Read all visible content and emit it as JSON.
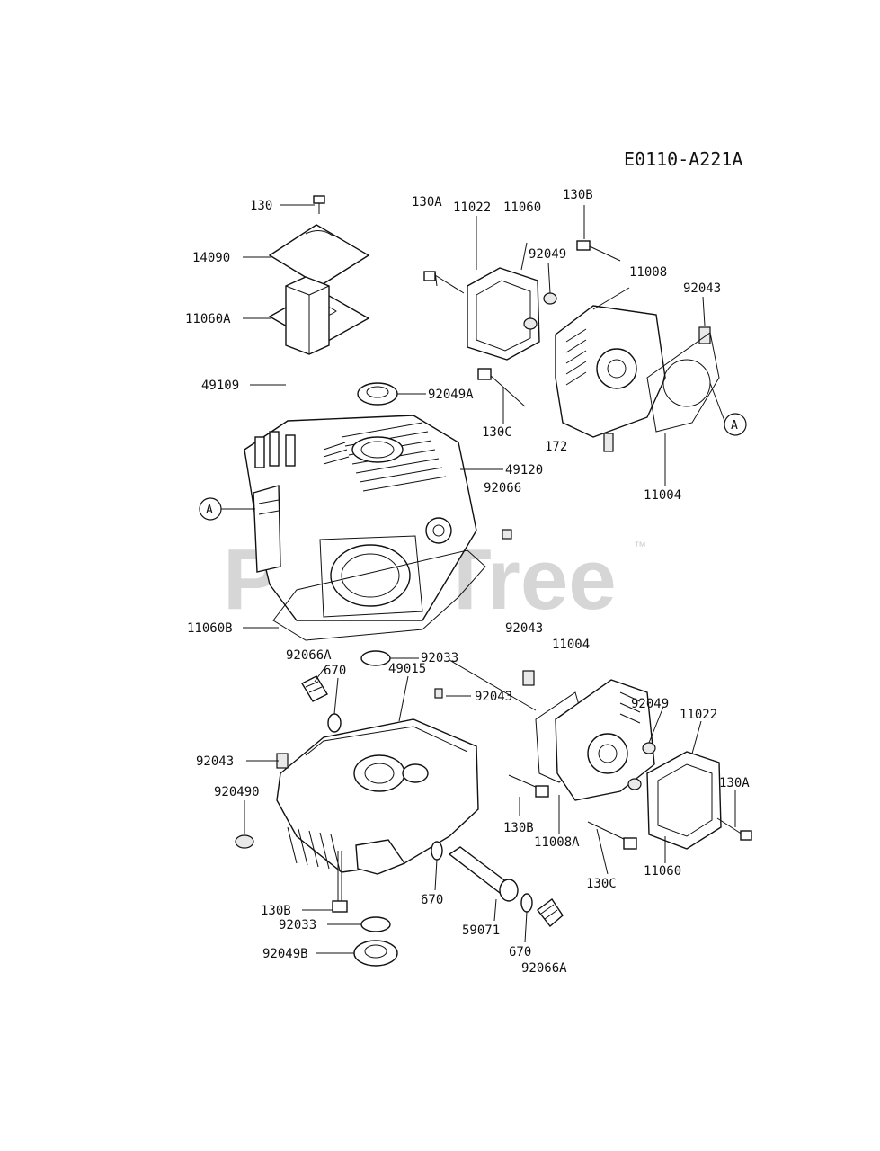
{
  "diagram_code": "E0110-A221A",
  "watermark": {
    "text": "PartsTree",
    "trademark": "™"
  },
  "reference_marker": "A",
  "labels": [
    {
      "id": "l-130",
      "text": "130"
    },
    {
      "id": "l-14090",
      "text": "14090"
    },
    {
      "id": "l-11060a",
      "text": "11060A"
    },
    {
      "id": "l-49109",
      "text": "49109"
    },
    {
      "id": "l-92049a",
      "text": "92049A"
    },
    {
      "id": "l-49120",
      "text": "49120"
    },
    {
      "id": "l-92066",
      "text": "92066"
    },
    {
      "id": "l-11060b",
      "text": "11060B"
    },
    {
      "id": "l-92066a-top",
      "text": "92066A"
    },
    {
      "id": "l-670-top",
      "text": "670"
    },
    {
      "id": "l-92033-top",
      "text": "92033"
    },
    {
      "id": "l-49015",
      "text": "49015"
    },
    {
      "id": "l-92043-mid",
      "text": "92043"
    },
    {
      "id": "l-92043-left",
      "text": "92043"
    },
    {
      "id": "l-920490",
      "text": "920490"
    },
    {
      "id": "l-130b-bottom",
      "text": "130B"
    },
    {
      "id": "l-92033-bottom",
      "text": "92033"
    },
    {
      "id": "l-92049b",
      "text": "92049B"
    },
    {
      "id": "l-670-mid",
      "text": "670"
    },
    {
      "id": "l-59071",
      "text": "59071"
    },
    {
      "id": "l-670-bottom",
      "text": "670"
    },
    {
      "id": "l-92066a-bottom",
      "text": "92066A"
    },
    {
      "id": "l-130a-top",
      "text": "130A"
    },
    {
      "id": "l-11022-top",
      "text": "11022"
    },
    {
      "id": "l-11060-top",
      "text": "11060"
    },
    {
      "id": "l-130b-top",
      "text": "130B"
    },
    {
      "id": "l-92049-top",
      "text": "92049"
    },
    {
      "id": "l-11008",
      "text": "11008"
    },
    {
      "id": "l-92043-topright",
      "text": "92043"
    },
    {
      "id": "l-130c-top",
      "text": "130C"
    },
    {
      "id": "l-172",
      "text": "172"
    },
    {
      "id": "l-11004-top",
      "text": "11004"
    },
    {
      "id": "l-92043-center",
      "text": "92043"
    },
    {
      "id": "l-11004-center",
      "text": "11004"
    },
    {
      "id": "l-92049-right",
      "text": "92049"
    },
    {
      "id": "l-11022-right",
      "text": "11022"
    },
    {
      "id": "l-130a-right",
      "text": "130A"
    },
    {
      "id": "l-130b-right",
      "text": "130B"
    },
    {
      "id": "l-11008a",
      "text": "11008A"
    },
    {
      "id": "l-130c-bottom",
      "text": "130C"
    },
    {
      "id": "l-11060-bottom",
      "text": "11060"
    }
  ]
}
